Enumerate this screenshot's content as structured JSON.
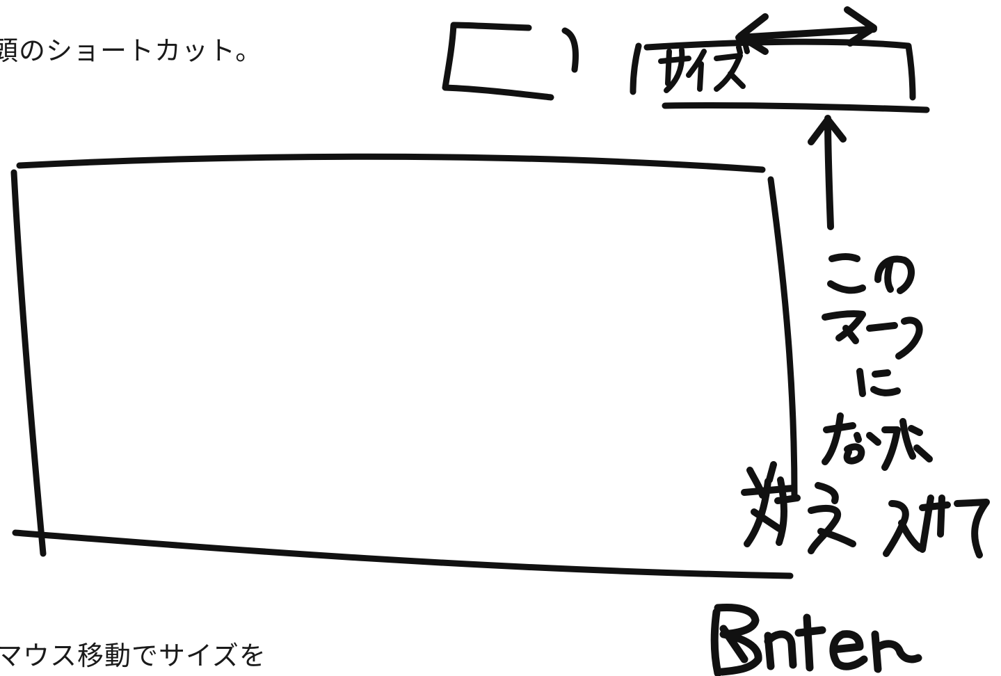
{
  "texts": {
    "top_line": "頭のショートカット。",
    "bottom_line": "マウス移動でサイズを"
  },
  "handwriting": {
    "box_label": "サイズ",
    "note_lines": [
      "この",
      "マーク",
      "に",
      "なったら",
      "数字入れて"
    ],
    "enter_label": "Enter"
  },
  "colors": {
    "ink": "#111111",
    "background": "#ffffff"
  }
}
